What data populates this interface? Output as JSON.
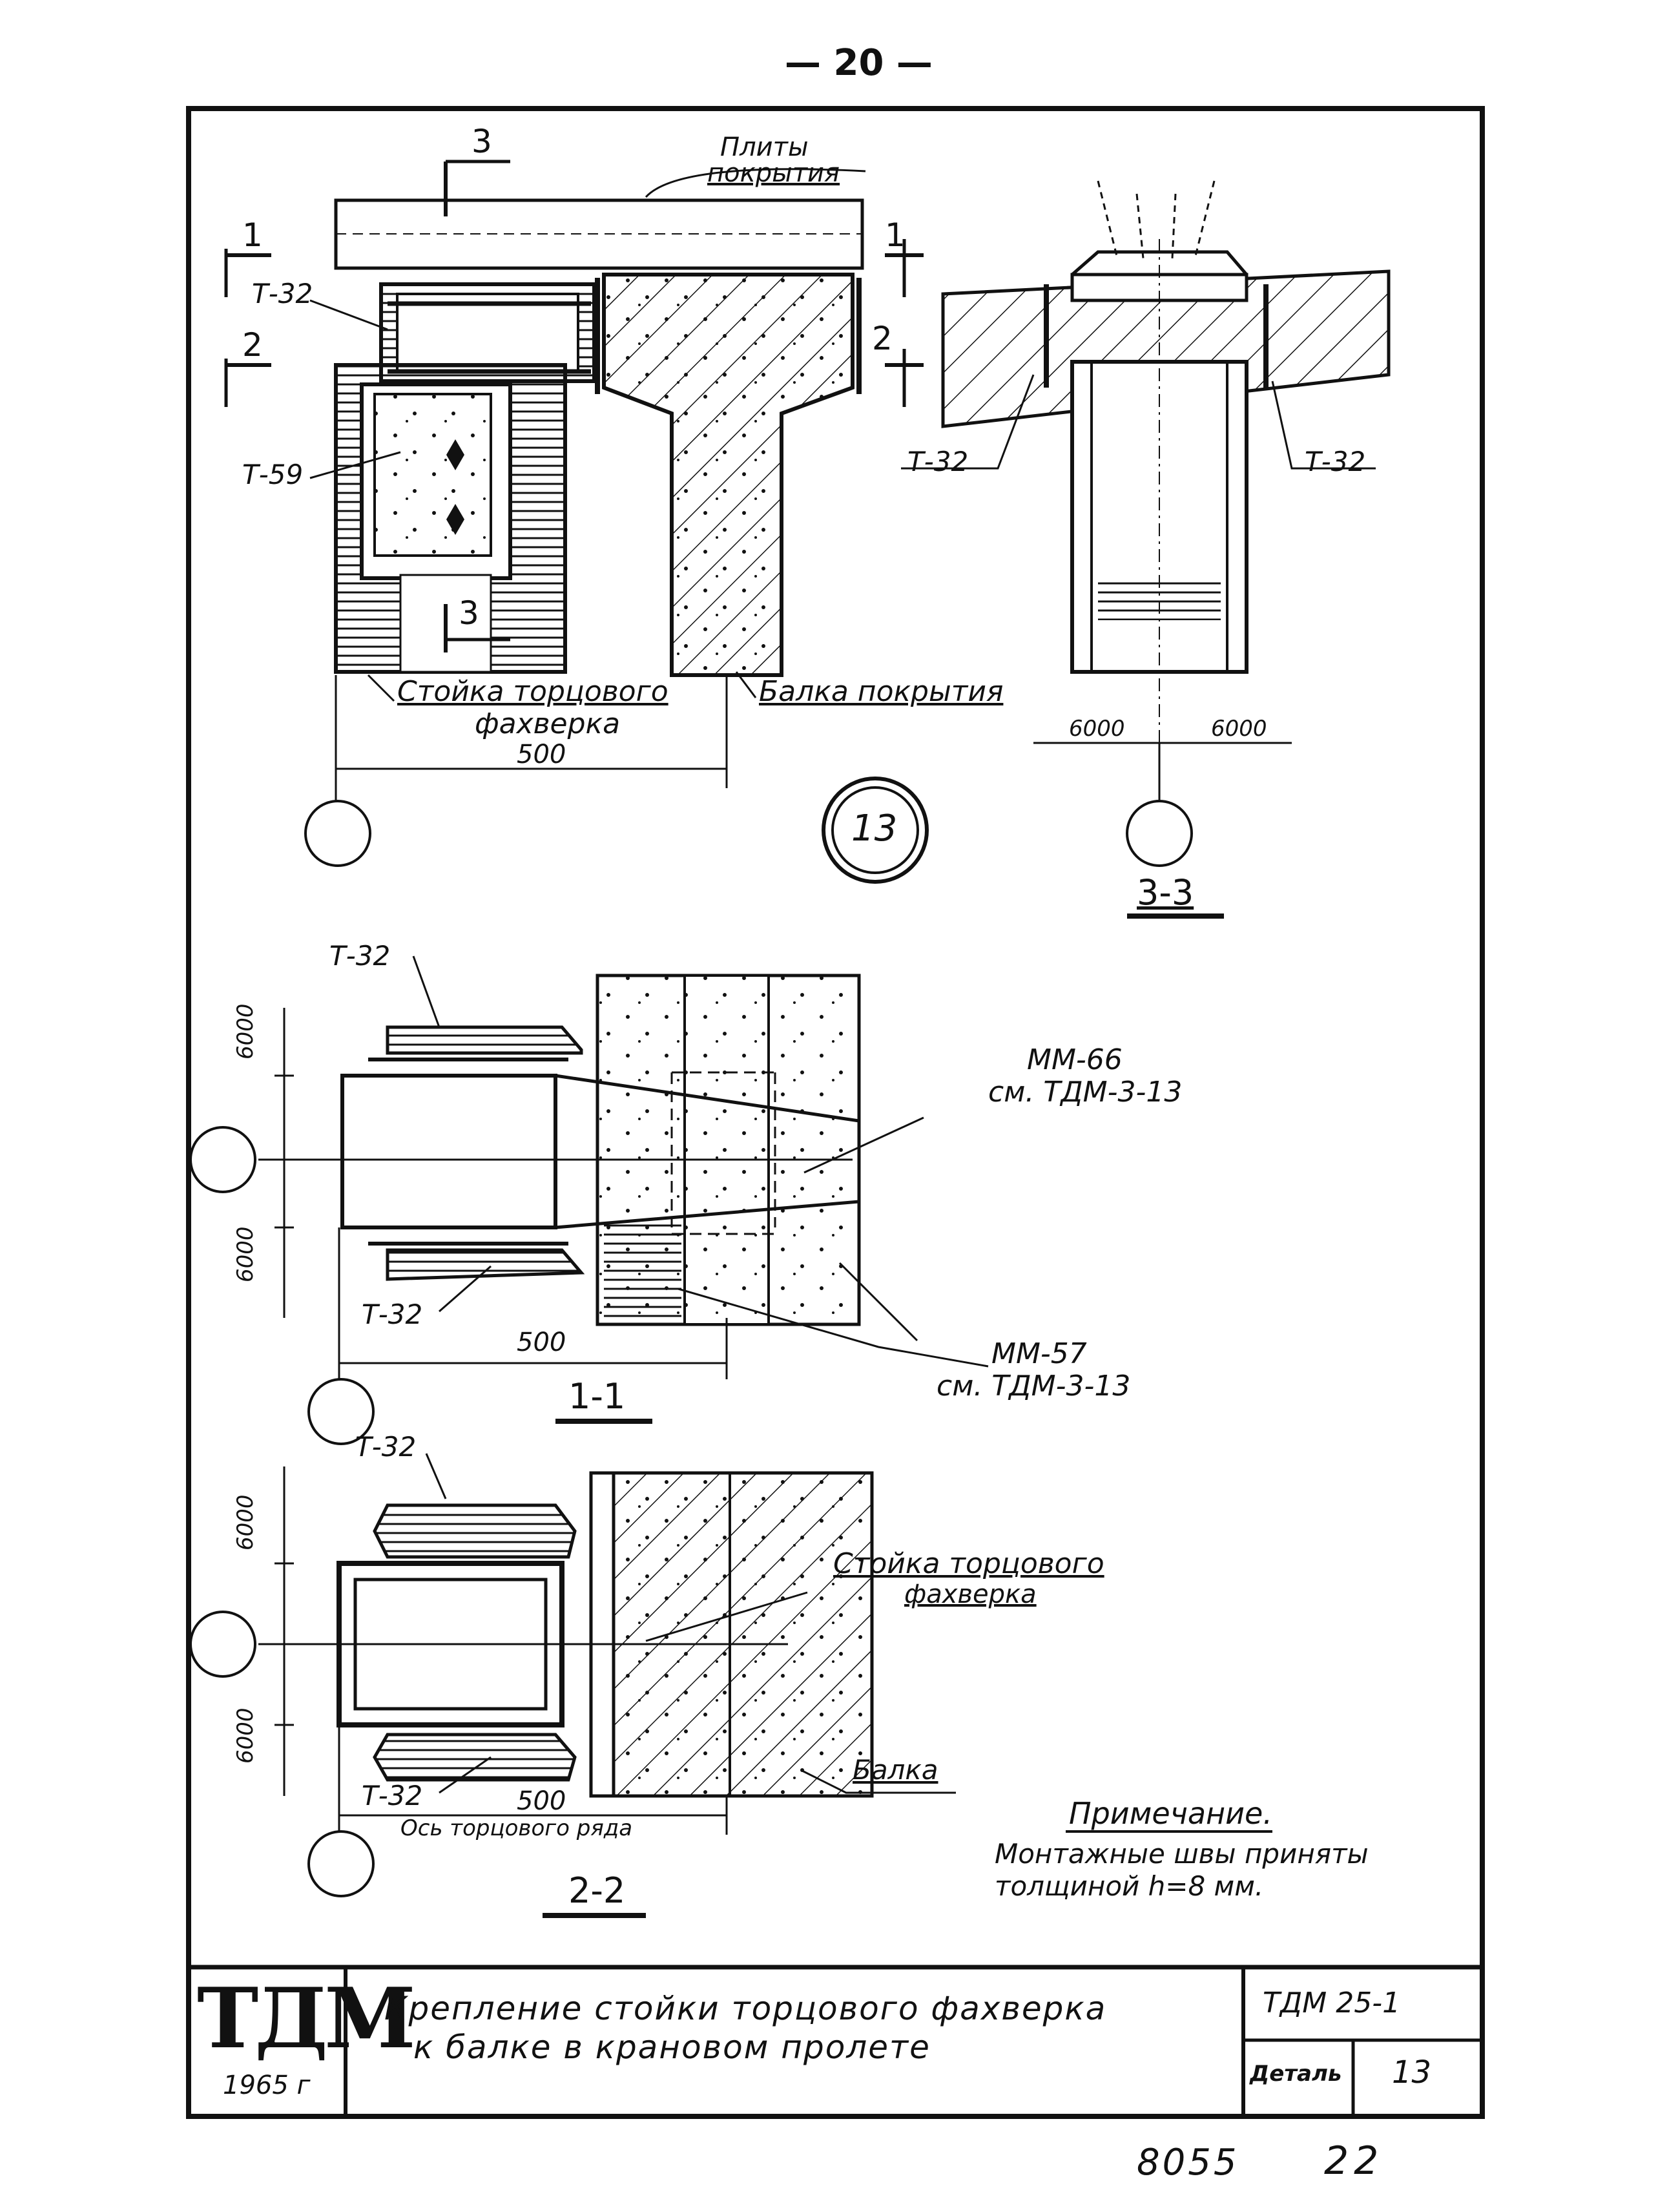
{
  "page_number": "— 20 —",
  "detail_circle": "13",
  "top_view": {
    "plates_label_line1": "Плиты",
    "plates_label_line2": "покрытия",
    "weld_left_upper": "Т-32",
    "weld_left_lower": "Т-59",
    "weld_right_left": "Т-32",
    "weld_right_right": "Т-32",
    "cut_1": "1",
    "cut_2": "2",
    "cut_3": "3",
    "column_label_line1": "Стойка торцового",
    "column_label_line2": "фахверка",
    "beam_label": "Балка покрытия",
    "dim_500": "500",
    "dim_6000_left": "6000",
    "dim_6000_right": "6000",
    "section_3_3": "3-3"
  },
  "section_1_1": {
    "weld_top": "Т-32",
    "weld_bottom": "Т-32",
    "dim_6000_upper": "6000",
    "dim_6000_lower": "6000",
    "dim_500": "500",
    "mm66_line1": "ММ-66",
    "mm66_line2": "см. ТДМ-3-13",
    "mm57_line1": "ММ-57",
    "mm57_line2": "см. ТДМ-3-13",
    "title": "1-1"
  },
  "section_2_2": {
    "weld_top": "Т-32",
    "weld_bottom": "Т-32",
    "dim_6000_upper": "6000",
    "dim_6000_lower": "6000",
    "dim_500": "500",
    "column_label_line1": "Стойка торцового",
    "column_label_line2": "фахверка",
    "beam_label": "Балка",
    "axis_label": "Ось торцового ряда",
    "title": "2-2"
  },
  "note": {
    "title": "Примечание.",
    "line1": "Монтажные швы приняты",
    "line2": "толщиной h=8 мм."
  },
  "title_block": {
    "logo": "ТДМ",
    "year": "1965 г",
    "title_line1": "Крепление стойки торцового фахверка",
    "title_line2": "к балке в крановом пролете",
    "doc_code": "ТДМ 25-1",
    "detail_label": "Деталь",
    "detail_number": "13"
  },
  "bottom_stamp_left": "8055",
  "bottom_stamp_right": "22",
  "colors": {
    "ink": "#111111",
    "paper": "#ffffff"
  }
}
